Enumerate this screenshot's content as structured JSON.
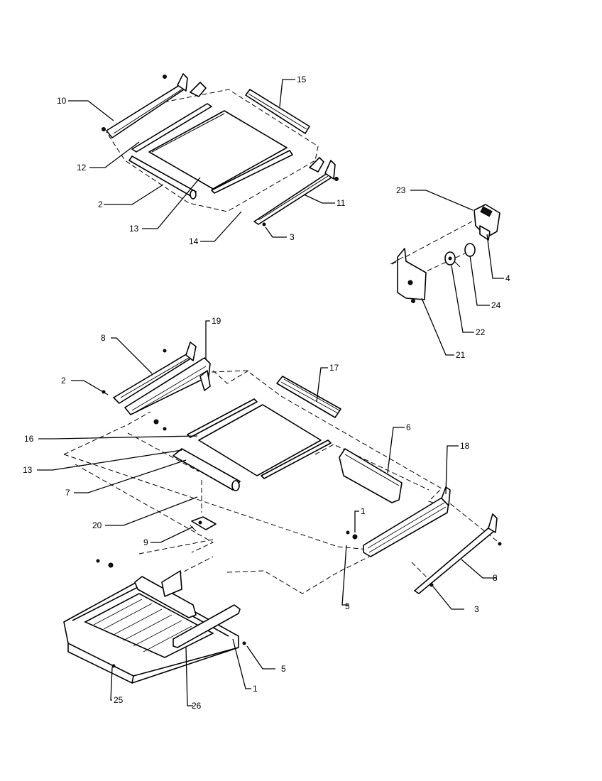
{
  "callouts": {
    "c10": "10",
    "c15": "15",
    "c12": "12",
    "c2a": "2",
    "c13a": "13",
    "c14": "14",
    "c3a": "3",
    "c11": "11",
    "c23": "23",
    "c4": "4",
    "c24": "24",
    "c22": "22",
    "c21": "21",
    "c8a": "8",
    "c19": "19",
    "c17": "17",
    "c2b": "2",
    "c6": "6",
    "c16": "16",
    "c18": "18",
    "c13b": "13",
    "c7": "7",
    "c20": "20",
    "c9": "9",
    "c1a": "1",
    "c5a": "5",
    "c8b": "8",
    "c3b": "3",
    "c5b": "5",
    "c1b": "1",
    "c25": "25",
    "c26": "26"
  }
}
